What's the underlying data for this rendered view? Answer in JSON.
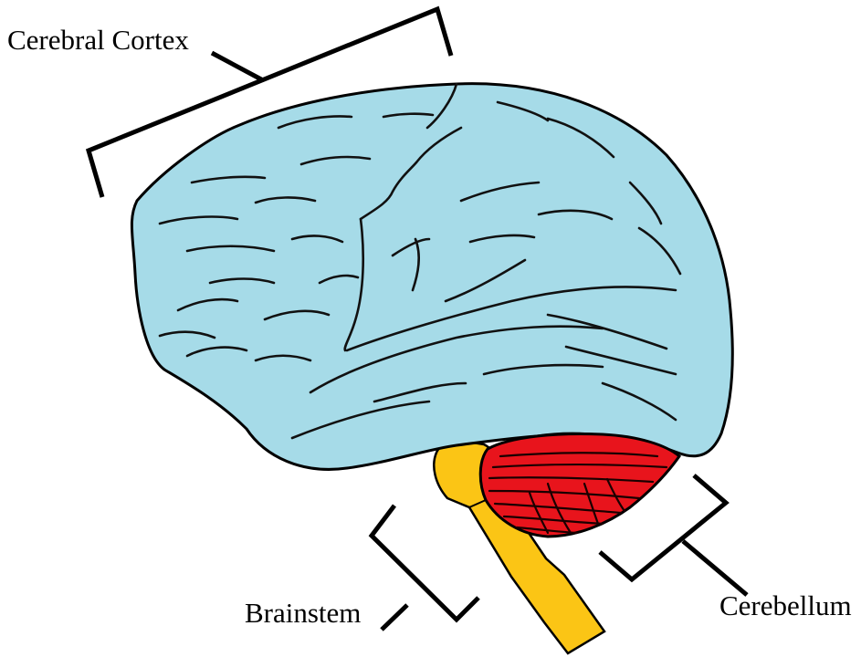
{
  "diagram": {
    "labels": {
      "cerebral_cortex": "Cerebral Cortex",
      "brainstem": "Brainstem",
      "cerebellum": "Cerebellum"
    },
    "colors": {
      "cerebral_cortex": "#a6dbe8",
      "brainstem": "#fbc515",
      "cerebellum": "#e8141c",
      "outline": "#000000",
      "background": "#ffffff"
    }
  }
}
